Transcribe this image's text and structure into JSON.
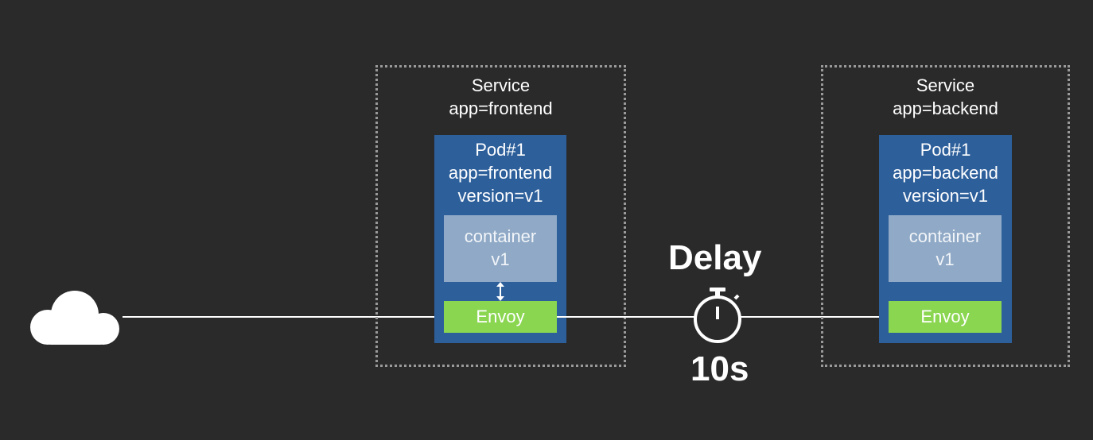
{
  "colors": {
    "background": "#2a2a2a",
    "pod": "#2d5f9b",
    "container": "#8fa9c6",
    "envoy": "#8ad650",
    "dotted_border": "#9a9a9a"
  },
  "frontend_service": {
    "title": "Service",
    "selector": "app=frontend",
    "pod": {
      "name": "Pod#1",
      "app": "app=frontend",
      "version": "version=v1",
      "container": {
        "line1": "container",
        "line2": "v1"
      },
      "proxy": "Envoy"
    }
  },
  "backend_service": {
    "title": "Service",
    "selector": "app=backend",
    "pod": {
      "name": "Pod#1",
      "app": "app=backend",
      "version": "version=v1",
      "container": {
        "line1": "container",
        "line2": "v1"
      },
      "proxy": "Envoy"
    }
  },
  "fault": {
    "label": "Delay",
    "duration": "10s",
    "icon": "stopwatch-icon"
  },
  "client": {
    "icon": "cloud-icon"
  }
}
